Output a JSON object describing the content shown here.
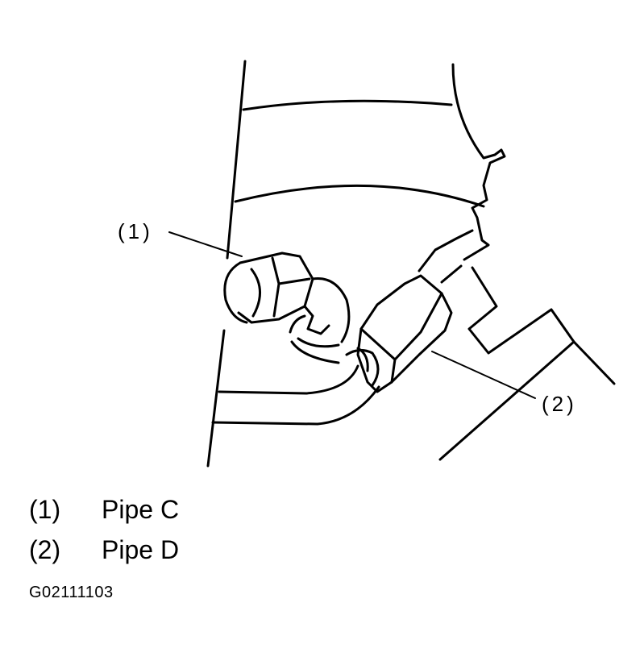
{
  "diagram": {
    "callouts": [
      {
        "label": "(1)"
      },
      {
        "label": "(2)"
      }
    ]
  },
  "legend": [
    {
      "number": "(1)",
      "text": "Pipe C"
    },
    {
      "number": "(2)",
      "text": "Pipe D"
    }
  ],
  "figure_id": "G02111103"
}
